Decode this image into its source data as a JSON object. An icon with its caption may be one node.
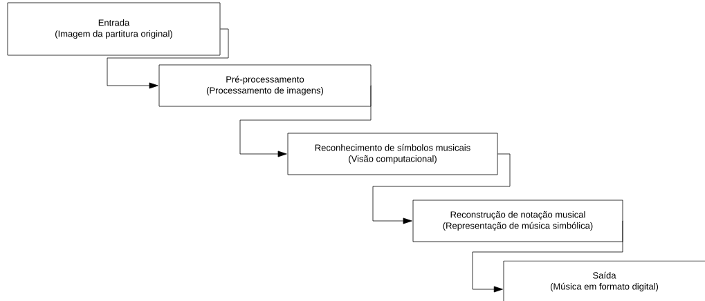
{
  "diagram": {
    "nodes": [
      {
        "text": [
          "Entrada",
          "(Imagem da partitura original)"
        ]
      },
      {
        "text": [
          "Pré-processamento",
          "(Processamento de imagens)"
        ]
      },
      {
        "text": [
          "Reconhecimento de símbolos musicais",
          "(Visão computacional)"
        ]
      },
      {
        "text": [
          "Reconstrução de notação musical",
          "(Representação de música simbólica)"
        ]
      },
      {
        "text": [
          "Saída",
          "(Música em formato digital)"
        ]
      }
    ],
    "edges": [
      {
        "from": 0,
        "to": 1,
        "arrow": "to"
      },
      {
        "from": 1,
        "to": 2,
        "arrow": "to"
      },
      {
        "from": 2,
        "to": 3,
        "arrow": "to"
      },
      {
        "from": 3,
        "to": 4,
        "arrow": "to"
      }
    ]
  }
}
